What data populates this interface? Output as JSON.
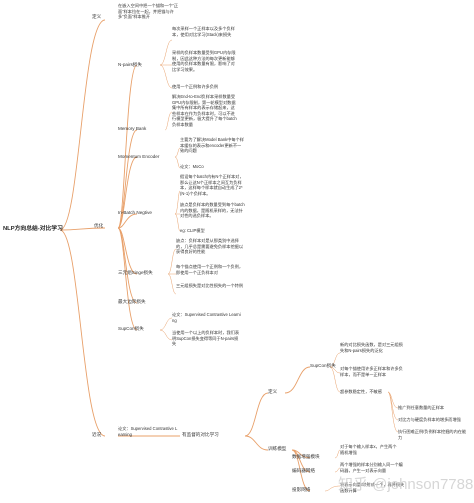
{
  "mindmap": {
    "root": "NLP方向总结-对比学习",
    "branches": {
      "definition": "定义",
      "advantages": "优化",
      "recent": "近况"
    },
    "definition_text": "在嵌入空间中把一个锚和一个“正面”样本拉在一起，并把锚与许多“负面”样本推开",
    "nodes": {
      "npairs": "N-pairs损失",
      "npairs_desc1": "每次采样一个正样本以及多个负样本，使用对比学习(Stack)来损失",
      "npairs_desc2": "采样的负样本数量受到GPU内存限制，因此这种方法的每次更新能够使用的负样本数量有限，影响了对比学习效果。",
      "npairs_desc3": "使用一个正例和许多负例",
      "memory_bank": "Memory Bank",
      "memory_bank_desc": "解决End-to-End负样本采样数量受GPU内存限制，第一轮模型对数据集中所有样本的表示存储起来，这些样本在作为负样本时，可以不进行模型更新，极大提升了每个batch负样本数量",
      "momentum_encoder": "Momentum Encoder",
      "momentum_desc": "主要为了解决Model Bank中每个样本缓存的表示和encoder更新不一致的问题",
      "moco": "论文：MoCo",
      "in_batch": "In-Batch Negtive",
      "in_batch_desc1": "假设每个batch内有N个正样本对，那么让这N个正样本之间互为负样本，这样每个样本就自动生成了2*(N-1)个负样本。",
      "in_batch_desc2": "缺点是负样本的数量受到每个batch内的数据，是随机采样的，无法针对性的选负样本。",
      "clip": "eg: CLIP模型",
      "triplet": "三元组Singe损失",
      "triplet_desc1": "缺点：负样本对是从那类别中选择的，几乎总是需要避免负样本挖掘以获得良好的性能",
      "triplet_desc2": "每个锚点使用一个正例和一个负例，即使用一个正负样本对",
      "triplet_desc3": "三元组损失是对比性损失的一个特例",
      "max_margin": "最大边际损失",
      "supcon": "SupCon损失",
      "supcon_paper": "论文：Supervised Contrastive Learning",
      "supcon_desc": "当使用一个以上的负样本时，我们表明SupCon损失变得等同于N-pairs损失",
      "recent_paper": "论文：Supervised Contrastive Learning",
      "supervised_learning": "有监督的对比学习",
      "def2": "定义",
      "supcon2": "SupCon损失",
      "supcon2_desc1": "新的对比损失函数，是对三元组损失和N-pairs损失的泛化",
      "supcon2_desc2": "对每个锚使用许多正样本和许多负样本，而不是单一正样本",
      "supcon2_desc3": "超参数稳定性，不敏感",
      "pos_desc1": "推广到任意数量的正样本",
      "pos_desc2": "对比力与硬度负样本的增多而增强",
      "pos_desc3": "执行困难正例/负例样本挖掘的内在能力",
      "train_model": "训练模型",
      "data_aug": "数据增强模块",
      "data_aug_desc": "对于每个输入样本x，产生两个随机增强",
      "encoder": "编码器网络",
      "encoder_desc": "两个增强的样本分别输入同一个编码器，产生一对表示向量",
      "proj": "投影网络",
      "proj_desc": "将表示向量r映射成一个，再将损失函数计算"
    },
    "watermark": "知乎 @johnson7788"
  }
}
